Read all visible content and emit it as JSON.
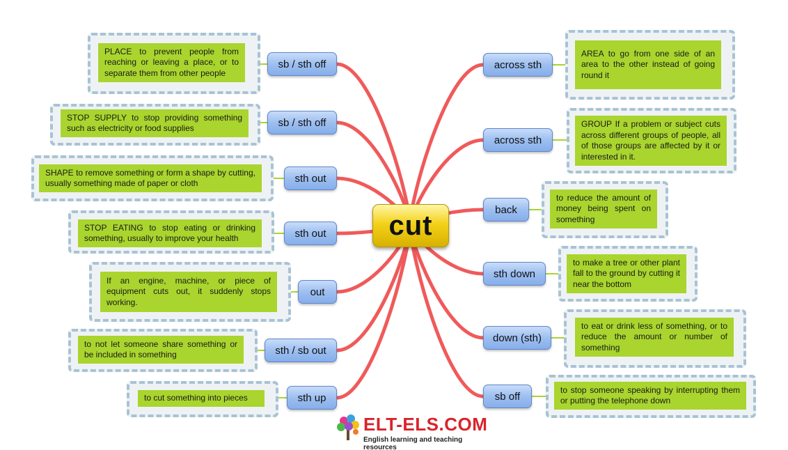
{
  "center": {
    "word": "cut"
  },
  "left_branches": [
    {
      "phrase": "sb / sth off",
      "definition": "PLACE to prevent people from reaching or leaving a place, or to separate them from other people"
    },
    {
      "phrase": "sb / sth off",
      "definition": "STOP SUPPLY to stop providing something such as electricity or food supplies"
    },
    {
      "phrase": "sth out",
      "definition": "SHAPE to remove something or form a shape by cutting, usually something made of paper or cloth"
    },
    {
      "phrase": "sth out",
      "definition": "STOP EATING to stop eating or drinking something, usually to improve your health"
    },
    {
      "phrase": "out",
      "definition": "If an engine, machine, or piece of equipment cuts out, it suddenly stops working."
    },
    {
      "phrase": "sth / sb out",
      "definition": "to not let someone share something or be included in something"
    },
    {
      "phrase": "sth up",
      "definition": "to cut something into pieces"
    }
  ],
  "right_branches": [
    {
      "phrase": "across sth",
      "definition": "AREA to go from one side of an area to the other instead of going round it"
    },
    {
      "phrase": "across sth",
      "definition": "GROUP If a problem or subject cuts across different groups of people, all of those groups are affected by it or interested in it."
    },
    {
      "phrase": "back",
      "definition": "to reduce the amount of money being spent on something"
    },
    {
      "phrase": "sth down",
      "definition": "to make a tree or other plant fall to the ground by cutting it near the bottom"
    },
    {
      "phrase": "down (sth)",
      "definition": "to eat or drink less of something, or to reduce the amount or number of something"
    },
    {
      "phrase": "sb off",
      "definition": "to stop someone speaking by interrupting them or putting the telephone down"
    }
  ],
  "logo": {
    "title": "ELT-ELS.COM",
    "tagline": "English learning and teaching resources"
  },
  "colors": {
    "branch_line": "#f05a5a",
    "connector": "#a9d52e",
    "definition_bg": "#a9d52e",
    "pill": "#9dbff0",
    "center": "#f3d21a",
    "logo": "#d9232b"
  }
}
